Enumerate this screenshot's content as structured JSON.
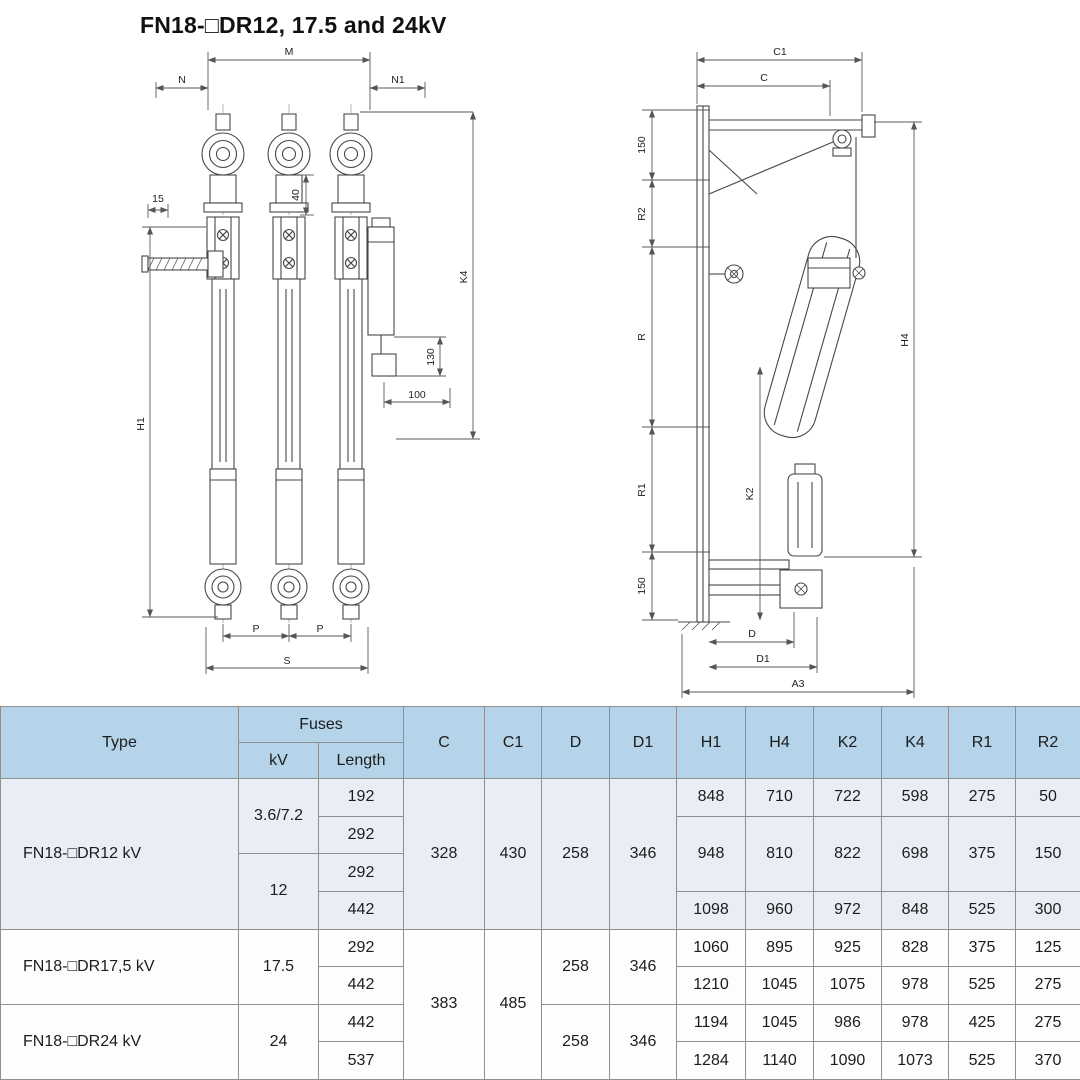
{
  "page": {
    "title": "FN18-□DR12, 17.5 and 24kV"
  },
  "drawing": {
    "front": {
      "m": "M",
      "n": "N",
      "n1": "N1",
      "d15": "15",
      "d40": "40",
      "h1": "H1",
      "k4": "K4",
      "d130": "130",
      "d100": "100",
      "p_left": "P",
      "p_right": "P",
      "s": "S"
    },
    "side": {
      "c1": "C1",
      "c": "C",
      "top150": "150",
      "r2": "R2",
      "r": "R",
      "h4": "H4",
      "k2": "K2",
      "r1": "R1",
      "bottom150": "150",
      "d": "D",
      "d1": "D1",
      "a3": "A3"
    }
  },
  "table": {
    "headers": {
      "type": "Type",
      "fuses": "Fuses",
      "kv": "kV",
      "length": "Length",
      "c": "C",
      "c1": "C1",
      "d": "D",
      "d1": "D1",
      "h1": "H1",
      "h4": "H4",
      "k2": "K2",
      "k4": "K4",
      "r1": "R1",
      "r2": "R2"
    },
    "body": {
      "dr12": {
        "type": "FN18-□DR12 kV",
        "kv1": "3.6/7.2",
        "kv2": "12",
        "len1": "192",
        "len2": "292",
        "len3": "292",
        "len4": "442",
        "c": "328",
        "c1": "430",
        "d": "258",
        "d1": "346",
        "row1": {
          "h1": "848",
          "h4": "710",
          "k2": "722",
          "k4": "598",
          "r1": "275",
          "r2": "50"
        },
        "row23": {
          "h1": "948",
          "h4": "810",
          "k2": "822",
          "k4": "698",
          "r1": "375",
          "r2": "150"
        },
        "row4": {
          "h1": "1098",
          "h4": "960",
          "k2": "972",
          "k4": "848",
          "r1": "525",
          "r2": "300"
        }
      },
      "dr175": {
        "type": "FN18-□DR17,5 kV",
        "kv": "17.5",
        "len1": "292",
        "len2": "442",
        "c": "383",
        "c1": "485",
        "d": "258",
        "d1": "346",
        "row1": {
          "h1": "1060",
          "h4": "895",
          "k2": "925",
          "k4": "828",
          "r1": "375",
          "r2": "125"
        },
        "row2": {
          "h1": "1210",
          "h4": "1045",
          "k2": "1075",
          "k4": "978",
          "r1": "525",
          "r2": "275"
        }
      },
      "dr24": {
        "type": "FN18-□DR24 kV",
        "kv": "24",
        "len1": "442",
        "len2": "537",
        "d": "258",
        "d1": "346",
        "row1": {
          "h1": "1194",
          "h4": "1045",
          "k2": "986",
          "k4": "978",
          "r1": "425",
          "r2": "275"
        },
        "row2": {
          "h1": "1284",
          "h4": "1140",
          "k2": "1090",
          "k4": "1073",
          "r1": "525",
          "r2": "370"
        }
      }
    }
  },
  "colors": {
    "header_bg": "#b5d4ea",
    "group1_row_bg": "#e9eef6",
    "border": "#8f8f8f"
  }
}
